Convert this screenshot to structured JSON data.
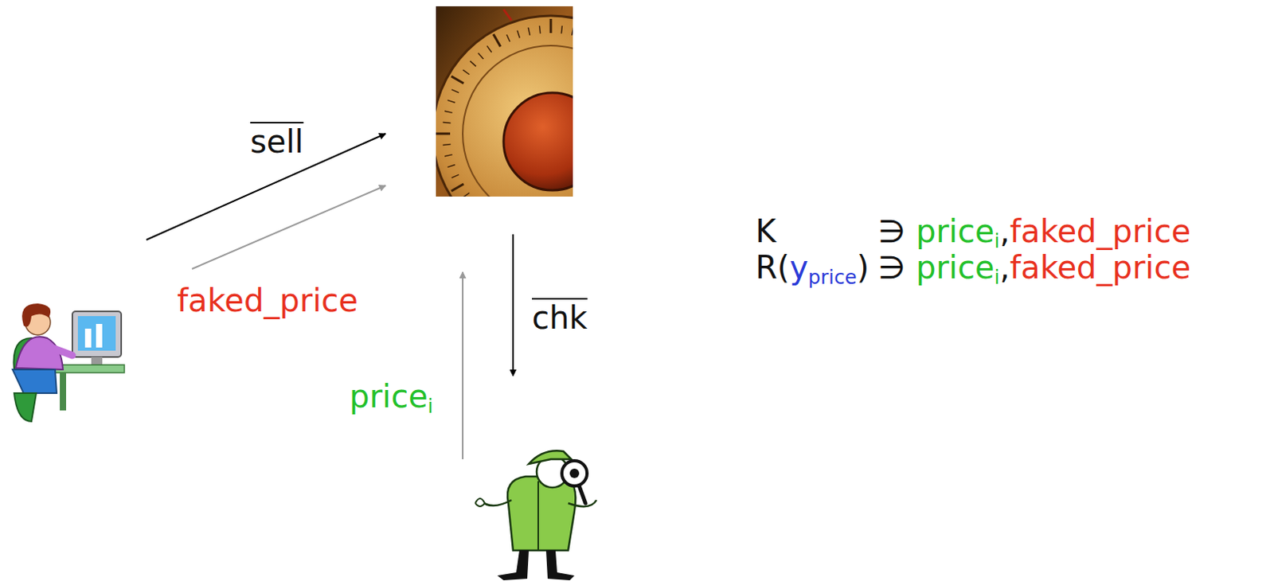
{
  "diagram": {
    "labels": [
      "sell",
      "faked_price",
      "chk",
      "price",
      "i",
      "K",
      "∋",
      "price",
      "i",
      ",",
      "faked_price",
      "R(",
      "y",
      "price",
      ")",
      "∋",
      "price",
      "i",
      ",",
      "faked_price"
    ]
  }
}
